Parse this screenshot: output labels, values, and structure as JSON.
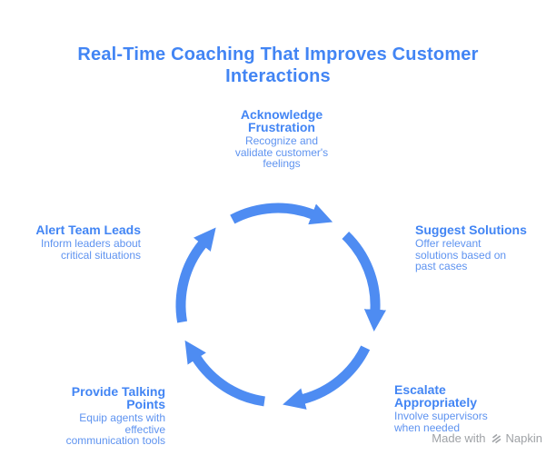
{
  "title": "Real-Time Coaching That Improves Customer\nInteractions",
  "colors": {
    "accent": "#4285f4",
    "arrow": "#4e8cf2",
    "body_text": "#5e93f0",
    "watermark": "#9fa2a6"
  },
  "cycle": {
    "type": "circular-flow",
    "direction": "clockwise",
    "steps": [
      {
        "heading": "Acknowledge\nFrustration",
        "description": "Recognize and\nvalidate customer's\nfeelings",
        "position": "top"
      },
      {
        "heading": "Suggest Solutions",
        "description": "Offer relevant\nsolutions based on\npast cases",
        "position": "right"
      },
      {
        "heading": "Escalate\nAppropriately",
        "description": "Involve supervisors\nwhen needed",
        "position": "bottom-right"
      },
      {
        "heading": "Provide Talking\nPoints",
        "description": "Equip agents with\neffective\ncommunication tools",
        "position": "bottom-left"
      },
      {
        "heading": "Alert Team Leads",
        "description": "Inform leaders about\ncritical situations",
        "position": "left"
      }
    ]
  },
  "watermark": {
    "prefix": "Made with",
    "brand": "Napkin",
    "icon": "napkin-logo-icon"
  }
}
